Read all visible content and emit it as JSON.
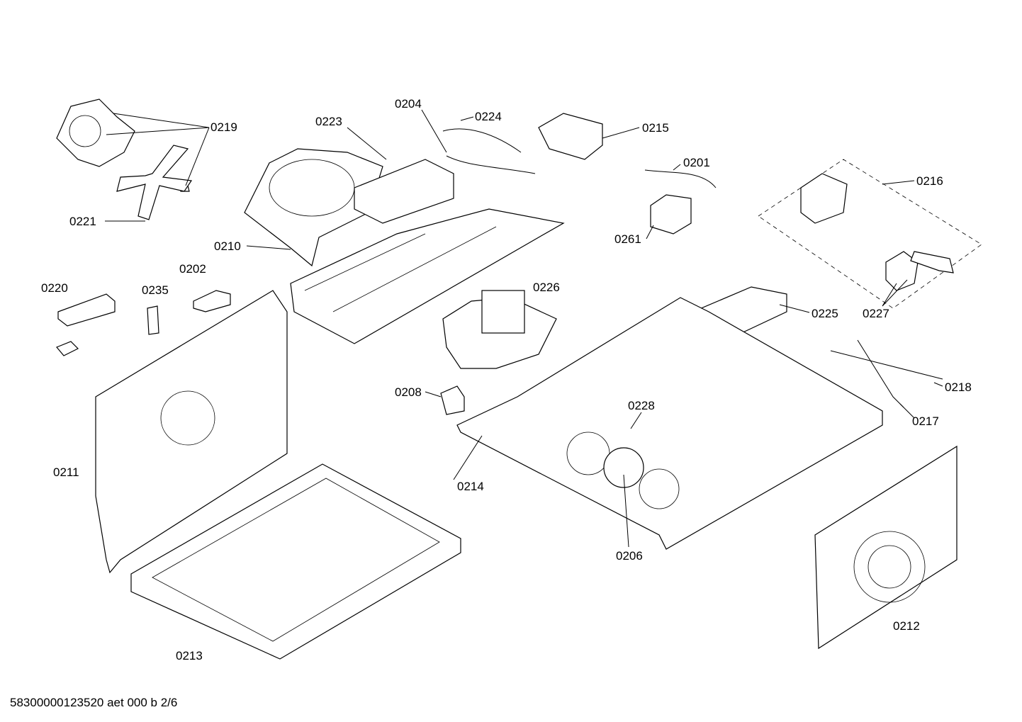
{
  "labels": [
    "0219",
    "0223",
    "0204",
    "0224",
    "0215",
    "0201",
    "0216",
    "0221",
    "0210",
    "0261",
    "0202",
    "0220",
    "0235",
    "0226",
    "0225",
    "0227",
    "0218",
    "0208",
    "0228",
    "0217",
    "0211",
    "0214",
    "0206",
    "0212",
    "0213"
  ],
  "footer": "58300000123520 aet 000 b 2/6"
}
